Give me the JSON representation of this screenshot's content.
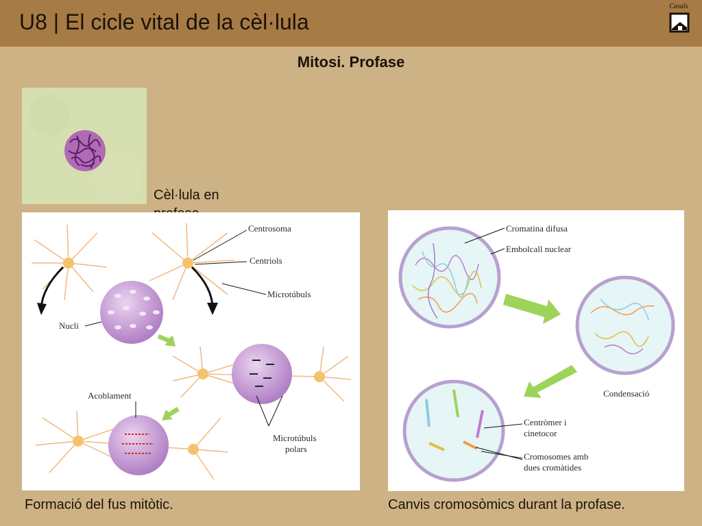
{
  "header": {
    "title": "U8 | El cicle vital de la cèl·lula",
    "brand": "Casals",
    "brand_icon": "home-icon"
  },
  "slide": {
    "subtitle": "Mitosi. Profase"
  },
  "photo": {
    "caption": "Cèl·lula en profase."
  },
  "fig_left": {
    "labels": {
      "centrosoma": "Centrosoma",
      "centriols": "Centriols",
      "microtubuls": "Microtúbuls",
      "nucli": "Nucli",
      "acoblament": "Acoblament",
      "microtubuls_polars_1": "Microtúbuls",
      "microtubuls_polars_2": "polars"
    },
    "caption": "Formació del fus mitòtic."
  },
  "fig_right": {
    "labels": {
      "cromatina": "Cromatina difusa",
      "embolcall": "Embolcall nuclear",
      "condensacio": "Condensació",
      "centromer_1": "Centròmer i",
      "centromer_2": "cinetocor",
      "cromosomes_1": "Cromosomes amb",
      "cromosomes_2": "dues cromàtides"
    },
    "caption": "Canvis cromosòmics durant la profase."
  },
  "colors": {
    "background": "#cdb285",
    "header": "#a67b45",
    "nucleus": "#c9a3d6",
    "arrow": "#9ed35a"
  }
}
